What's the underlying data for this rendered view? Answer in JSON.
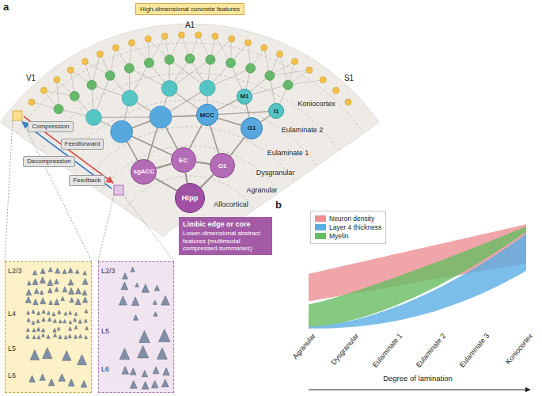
{
  "diagram": {
    "nodes": [
      {
        "text": [
          "High-dimensional concrete features"
        ]
      },
      {
        "text": [
          "M1"
        ]
      },
      {
        "text": [
          "I1"
        ]
      },
      {
        "text": [
          "MCC"
        ]
      },
      {
        "text": [
          "G1"
        ]
      },
      {
        "text": [
          "sgACC"
        ]
      },
      {
        "text": [
          "EC"
        ]
      },
      {
        "text": [
          "O1"
        ]
      },
      {
        "text": [
          "Hipp"
        ]
      },
      {
        "text": [
          "Limbic edge or core",
          "Lower-dimensional abstract features (multimodal compressed summaries)"
        ]
      },
      {
        "text": [
          "Compression"
        ]
      },
      {
        "text": [
          "Feedforward"
        ]
      },
      {
        "text": [
          "Decompression"
        ]
      },
      {
        "text": [
          "Feedback"
        ]
      },
      {
        "text": [
          "L2/3",
          "L4",
          "L5",
          "L6"
        ]
      },
      {
        "text": [
          "L2/3",
          "L5",
          "L6"
        ]
      }
    ],
    "edges": [
      {
        "from": 1,
        "to": 4,
        "arrow": "none"
      },
      {
        "from": 1,
        "to": 3,
        "arrow": "none"
      },
      {
        "from": 2,
        "to": 4,
        "arrow": "none"
      },
      {
        "from": 2,
        "to": 3,
        "arrow": "none"
      },
      {
        "from": 3,
        "to": 4,
        "arrow": "none"
      },
      {
        "from": 3,
        "to": 6,
        "arrow": "none"
      },
      {
        "from": 3,
        "to": 7,
        "arrow": "none"
      },
      {
        "from": 4,
        "to": 7,
        "arrow": "none"
      },
      {
        "from": 5,
        "to": 6,
        "arrow": "none"
      },
      {
        "from": 6,
        "to": 7,
        "arrow": "none"
      },
      {
        "from": 5,
        "to": 8,
        "arrow": "none"
      },
      {
        "from": 6,
        "to": 8,
        "arrow": "none"
      },
      {
        "from": 7,
        "to": 8,
        "arrow": "none"
      }
    ],
    "labels": [
      "a",
      "V1",
      "A1",
      "S1",
      "Koniocortex",
      "Eulaminate 2",
      "Eulaminate 1",
      "Dysgranular",
      "Agranular",
      "Allocortical",
      "b",
      "Agranular",
      "Dysgranular",
      "Eulaminate 1",
      "Eulaminate 2",
      "Eulaminate 3",
      "Koniocortex",
      "Degree of lamination"
    ],
    "legend": [
      {
        "text": "Neuron density",
        "color": "#ec8f92"
      },
      {
        "text": "Layer 4 thickness",
        "color": "#5aaee3"
      },
      {
        "text": "Myelin",
        "color": "#68bd62"
      }
    ]
  }
}
